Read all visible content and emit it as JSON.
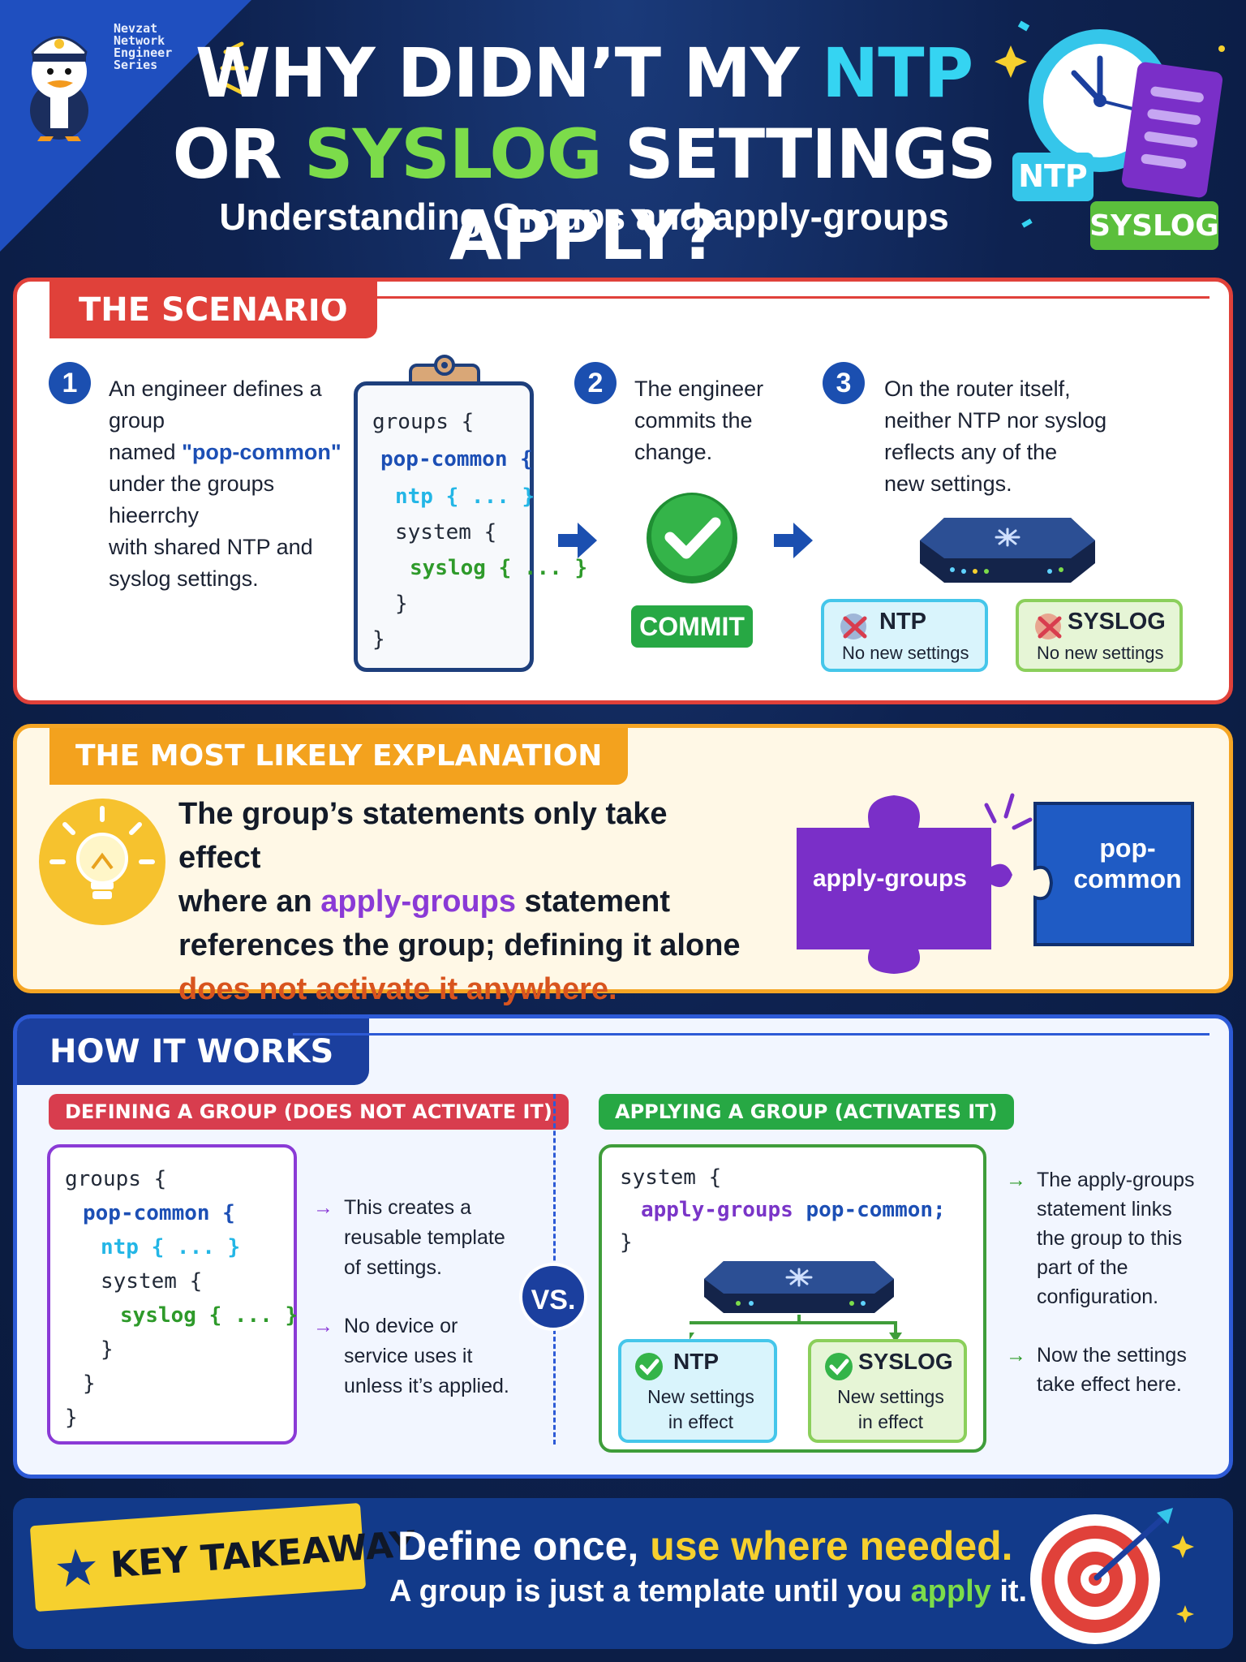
{
  "header": {
    "mascot_text": [
      "Nevzat",
      "Network",
      "Engineer",
      "Series"
    ],
    "title_part1": "WHY DIDN’T MY ",
    "title_ntp": "NTP",
    "title_part2": "OR ",
    "title_syslog": "SYSLOG",
    "title_part3": " SETTINGS APPLY?",
    "subtitle": "Understanding Groups and apply-groups",
    "badge_ntp": "NTP",
    "badge_syslog": "SYSLOG"
  },
  "scenario": {
    "tag": "THE SCENARIO",
    "step1_num": "1",
    "step1_line1": "An engineer defines a group",
    "step1_line2_pre": "named ",
    "step1_line2_hl": "\"pop-common\"",
    "step1_line3": "under the groups hieerrchy",
    "step1_line4": "with shared NTP and",
    "step1_line5": "syslog settings.",
    "code": [
      "groups {",
      "pop-common {",
      "ntp { ... }",
      "system {",
      "syslog { ... }",
      "}",
      "}"
    ],
    "step2_num": "2",
    "step2_lines": [
      "The engineer",
      "commits the",
      "change."
    ],
    "commit_label": "COMMIT",
    "step3_num": "3",
    "step3_lines": [
      "On the router itself,",
      "neither NTP nor syslog",
      "reflects any of the",
      "new settings."
    ],
    "ntp_title": "NTP",
    "ntp_sub": "No new settings",
    "syslog_title": "SYSLOG",
    "syslog_sub": "No new settings"
  },
  "explanation": {
    "tag": "THE MOST LIKELY EXPLANATION",
    "line1": "The group’s statements only take effect",
    "line2_pre": "where an ",
    "line2_hl": "apply-groups",
    "line2_post": " statement",
    "line3": "references the group; defining it alone",
    "line4": "does not activate it anywhere.",
    "puzzle_left": "apply-groups",
    "puzzle_right_1": "pop-",
    "puzzle_right_2": "common"
  },
  "how": {
    "tag": "HOW IT WORKS",
    "left_tag": "DEFINING A GROUP (DOES NOT ACTIVATE IT)",
    "left_code": [
      "groups {",
      "pop-common {",
      "ntp { ... }",
      "system {",
      "syslog { ... }",
      "}",
      "}",
      "}"
    ],
    "left_b1": [
      "This creates a",
      "reusable template",
      "of settings."
    ],
    "left_b2": [
      "No device or",
      "service uses it",
      "unless it’s applied."
    ],
    "vs": "VS.",
    "right_tag": "APPLYING A GROUP (ACTIVATES IT)",
    "right_code_1": "system {",
    "right_code_2a": "apply-groups",
    "right_code_2b": " pop-common;",
    "right_code_3": "}",
    "ntp_title": "NTP",
    "ntp_sub": [
      "New settings",
      "in effect"
    ],
    "syslog_title": "SYSLOG",
    "syslog_sub": [
      "New settings",
      "in effect"
    ],
    "right_b1": [
      "The apply-groups",
      "statement links",
      "the group to this",
      "part of the",
      "configuration."
    ],
    "right_b2": [
      "Now the settings",
      "take effect here."
    ]
  },
  "takeaway": {
    "tag": "KEY TAKEAWAY",
    "line1_pre": "Define once, ",
    "line1_hl": "use where needed.",
    "line2_pre": "A group is just a template until you ",
    "line2_hl": "apply",
    "line2_post": " it."
  },
  "colors": {
    "scenario": "#e0413a",
    "explanation": "#f3a21e",
    "how": "#1b3f9e",
    "ntp": "#35d4f2",
    "syslog": "#7cdc4a",
    "apply": "#8a3ad6"
  }
}
